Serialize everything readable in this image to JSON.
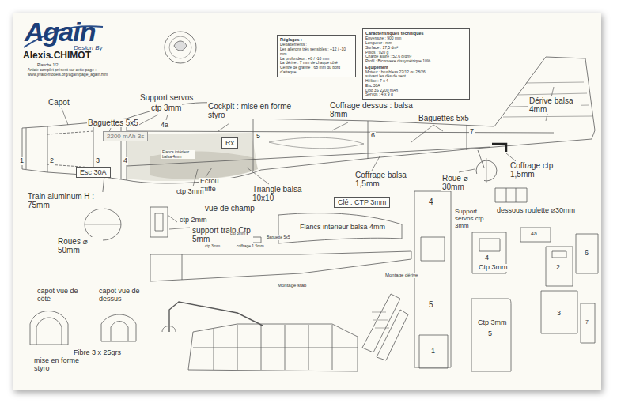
{
  "diagram": {
    "nodes": [
      {
        "text": [
          "Réglages :",
          "Débattements :",
          "Les ailerons très sensibles : +12 / -10 mm",
          "La profondeur : +8 / -10 mm",
          "La dérive : 7 mm de chaque côté",
          "Centre de gravité : 68 mm du bord d'attaque"
        ]
      },
      {
        "text": [
          "Caractéristiques techniques",
          "Envergure : 900 mm",
          "Longueur : mm",
          "Surface : 17,5 dm²",
          "Poids : 920 g",
          "Charge alaire : 52,6 g/dm²",
          "Profil : Biconvexe dissymétrique 10%",
          "Equipement",
          "Moteur : brushless 22/12 ou 28/26",
          "suivant les dés de vent",
          "Hélice : 7 x 4",
          "Esc 30A",
          "Lipo 3S 2200 mAh",
          "Servos : 4 x 9 g"
        ]
      },
      {
        "text": [
          "2200 mAh 3s"
        ]
      },
      {
        "text": [
          "Rx"
        ]
      },
      {
        "text": [
          "Esc 30A"
        ]
      },
      {
        "text": [
          "Clé : CTP 3mm"
        ]
      }
    ],
    "labels": [
      "Again",
      "Design By",
      "Alexis.CHIMOT",
      "Planche 1/2",
      "Article complet présent sur cette page :",
      "www.jivaro-models.org/again/page_again.htm",
      "Capot",
      "Baguettes 5x5",
      "Support servos",
      "ctp 3mm",
      "Cockpit : mise en forme styro",
      "Coffrage dessus : balsa 8mm",
      "Baguettes 5x5",
      "Dérive balsa 4mm",
      "4a",
      "1",
      "2",
      "3",
      "4",
      "5",
      "6",
      "7",
      "Flancs intérieur balsa 4mm",
      "Ecrou griffe",
      "ctp 3mm",
      "Triangle balsa 10x10",
      "Coffrage balsa 1,5mm",
      "Roue ⌀ 30mm",
      "Coffrage ctp 1,5mm",
      "vue dessous roulette ⌀30mm",
      "Train aluminum H : 75mm",
      "Roues ⌀ 50mm",
      "ctp 2mm",
      "support train Ctp 5mm",
      "vue de champ",
      "ctp 3mm",
      "Baguette 5x5",
      "ctp 3mm",
      "coffrage 1.5mm",
      "Flancs interieur balsa 4mm",
      "Support servos ctp 3mm",
      "4",
      "5",
      "Montage dérive",
      "Montage stab",
      "capot vue de côté",
      "capot vue de dessus",
      "Fibre 3 x 25grs",
      "mise en forme styro",
      "4a",
      "4",
      "Ctp 3mm",
      "2",
      "6",
      "3",
      "7",
      "Ctp 3mm",
      "5",
      "1"
    ]
  }
}
